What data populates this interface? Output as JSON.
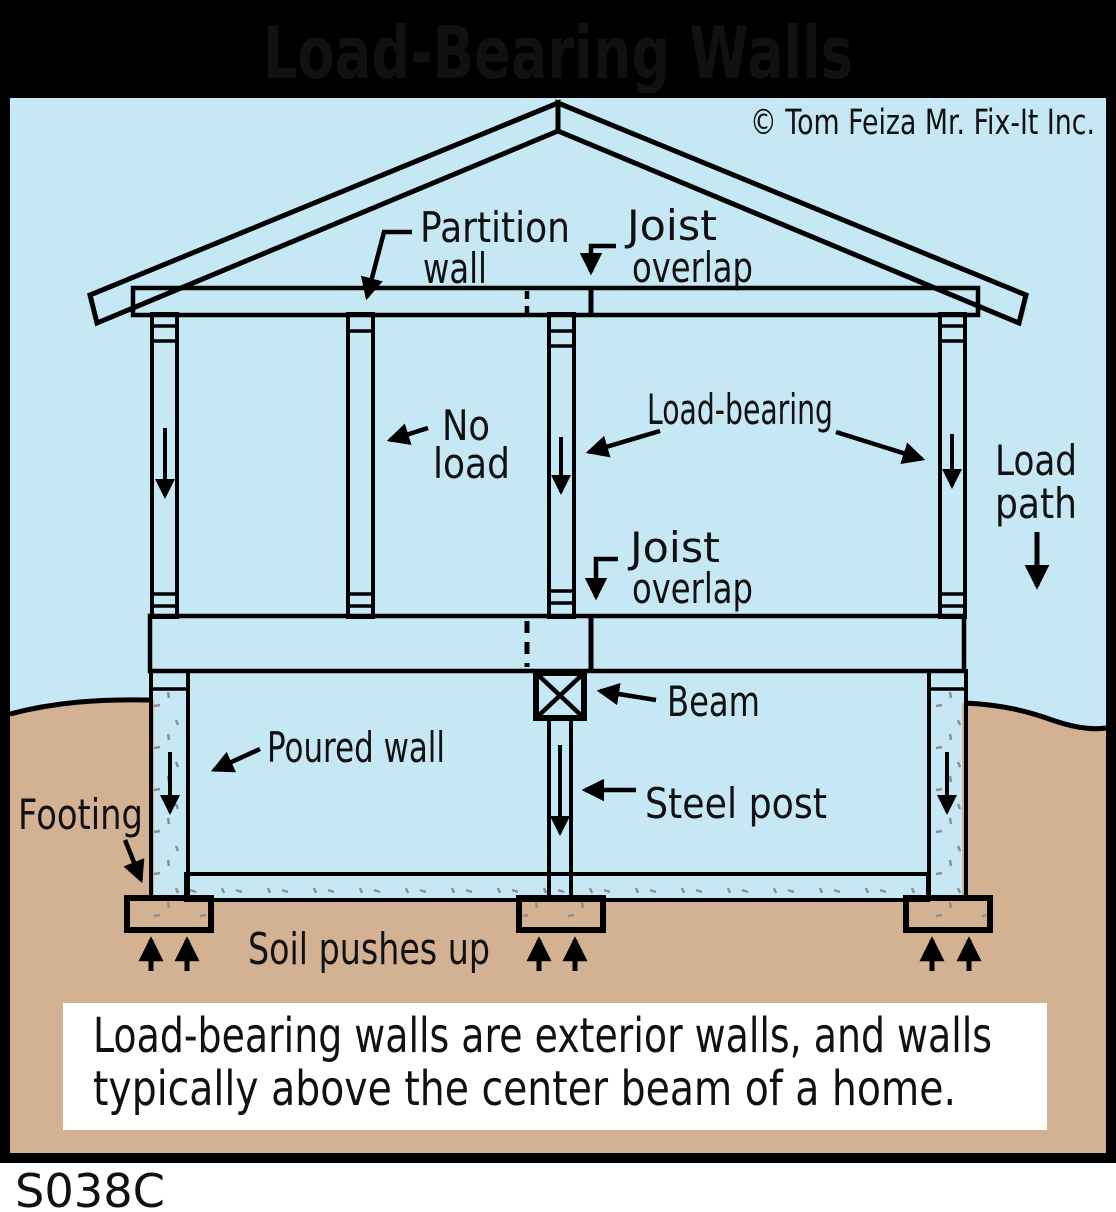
{
  "title": "Load-Bearing Walls",
  "copyright": "© Tom Feiza Mr. Fix-It Inc.",
  "code": "S038C",
  "labels": {
    "partition_line1": "Partition",
    "partition_line2": "wall",
    "joist_top_line1": "Joist",
    "joist_top_line2": "overlap",
    "no_load_line1": "No",
    "no_load_line2": "load",
    "load_bearing": "Load-bearing",
    "load_path_line1": "Load",
    "load_path_line2": "path",
    "joist_mid_line1": "Joist",
    "joist_mid_line2": "overlap",
    "beam": "Beam",
    "steel_post": "Steel post",
    "poured_wall": "Poured wall",
    "footing": "Footing",
    "soil_pushes_up": "Soil pushes up"
  },
  "caption": {
    "line1": "Load-bearing walls are exterior walls, and walls",
    "line2": "typically above the center beam of a home."
  },
  "colors": {
    "sky": "#c6e7f4",
    "wood": "#f9e88c",
    "soil": "#d3b294",
    "concrete": "#cdcdcd",
    "steel": "#c9c9c9",
    "ink": "#000000",
    "frame": "#000000",
    "paper": "#ffffff"
  }
}
